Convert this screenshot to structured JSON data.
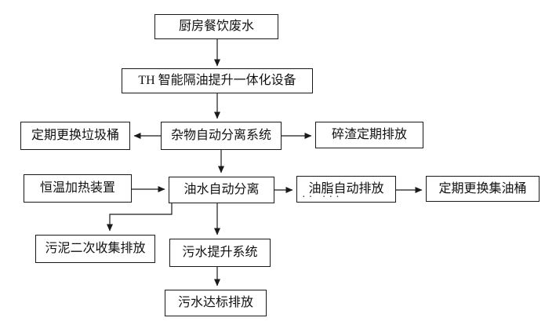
{
  "flowchart": {
    "nodes": {
      "kitchen_wastewater": {
        "label": "厨房餐饮废水"
      },
      "th_device": {
        "label": "TH 智能隔油提升一体化设备"
      },
      "replace_trash_bin": {
        "label": "定期更换垃圾桶"
      },
      "debris_separation": {
        "label": "杂物自动分离系统"
      },
      "residue_discharge": {
        "label": "碎渣定期排放"
      },
      "heating_device": {
        "label": "恒温加热装置"
      },
      "oil_water_separation": {
        "label": "油水自动分离"
      },
      "grease_discharge": {
        "label": "油脂自动排放",
        "underline_dots": "·· ···"
      },
      "replace_oil_barrel": {
        "label": "定期更换集油桶"
      },
      "sludge_collection": {
        "label": "污泥二次收集排放"
      },
      "sewage_lift_system": {
        "label": "污水提升系统"
      },
      "sewage_standard_discharge": {
        "label": "污水达标排放"
      }
    },
    "colors": {
      "background": "#ffffff",
      "box_border": "#1a1a1a",
      "line": "#1a1a1a",
      "text": "#111111"
    }
  }
}
